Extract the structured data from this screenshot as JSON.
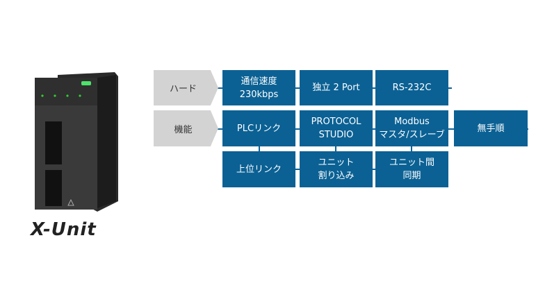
{
  "logo": "X-Unit",
  "colors": {
    "box": "#0b6194",
    "category": "#d3d3d3"
  },
  "rows": {
    "hard": {
      "label": "ハード",
      "items": [
        "通信速度\n230kbps",
        "独立 2 Port",
        "RS-232C"
      ]
    },
    "func": {
      "label": "機能",
      "items": [
        "PLCリンク",
        "PROTOCOL\nSTUDIO",
        "Modbus\nマスタ/スレーブ",
        "無手順"
      ]
    },
    "sub": {
      "items": [
        "上位リンク",
        "ユニット\n割り込み",
        "ユニット間\n同期"
      ]
    }
  }
}
